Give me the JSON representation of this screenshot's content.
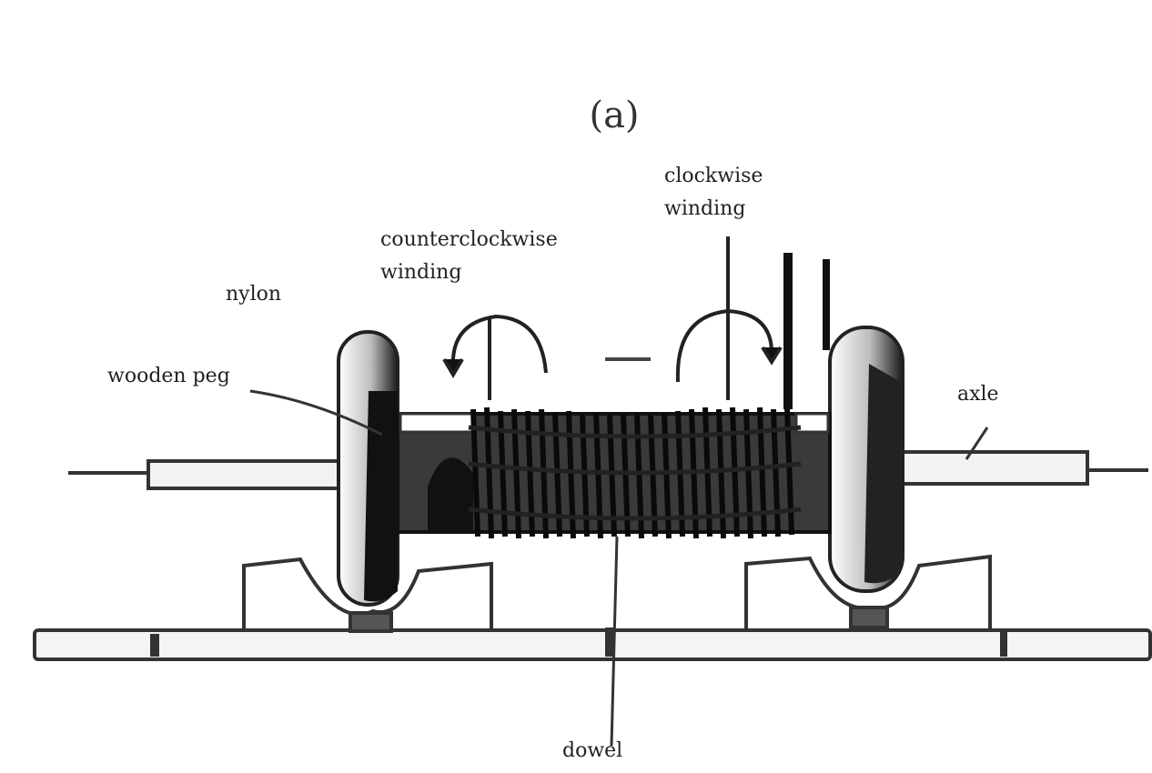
{
  "figure": {
    "panel_label": "(a)",
    "labels": {
      "nylon": "nylon",
      "wooden_peg": "wooden peg",
      "counterclockwise": "counterclockwise\nwinding",
      "clockwise": "clockwise\nwinding",
      "axle": "axle",
      "dowel": "dowel"
    }
  }
}
